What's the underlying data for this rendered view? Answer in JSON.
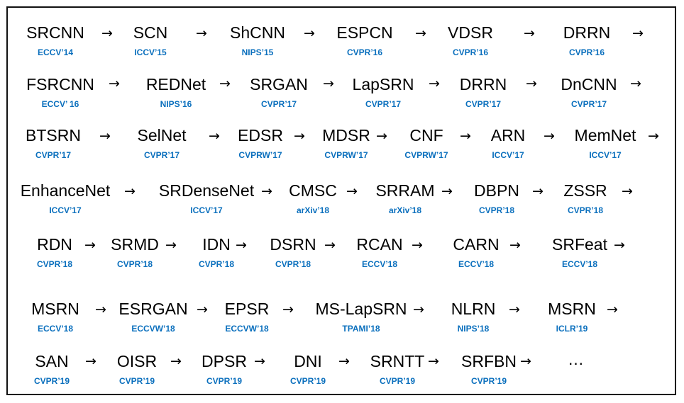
{
  "colors": {
    "venue": "#0a6fbd",
    "text": "#000000",
    "border": "#111111"
  },
  "arrow_glyph": "→",
  "ellipsis": "…",
  "rows": [
    {
      "items": [
        {
          "name": "SRCNN",
          "venue": "ECCV’14"
        },
        {
          "name": "SCN",
          "venue": "ICCV’15"
        },
        {
          "name": "ShCNN",
          "venue": "NIPS’15"
        },
        {
          "name": "ESPCN",
          "venue": "CVPR’16"
        },
        {
          "name": "VDSR",
          "venue": "CVPR’16"
        },
        {
          "name": "DRRN",
          "venue": "CVPR’16"
        }
      ]
    },
    {
      "items": [
        {
          "name": "FSRCNN",
          "venue": "ECCV’ 16"
        },
        {
          "name": "REDNet",
          "venue": "NIPS’16"
        },
        {
          "name": "SRGAN",
          "venue": "CVPR’17"
        },
        {
          "name": "LapSRN",
          "venue": "CVPR’17"
        },
        {
          "name": "DRRN",
          "venue": "CVPR’17"
        },
        {
          "name": "DnCNN",
          "venue": "CVPR’17"
        }
      ]
    },
    {
      "items": [
        {
          "name": "BTSRN",
          "venue": "CVPR’17"
        },
        {
          "name": "SelNet",
          "venue": "CVPR’17"
        },
        {
          "name": "EDSR",
          "venue": "CVPRW’17"
        },
        {
          "name": "MDSR",
          "venue": "CVPRW’17"
        },
        {
          "name": "CNF",
          "venue": "CVPRW’17"
        },
        {
          "name": "ARN",
          "venue": "ICCV’17"
        },
        {
          "name": "MemNet",
          "venue": "ICCV’17"
        }
      ]
    },
    {
      "items": [
        {
          "name": "EnhanceNet",
          "venue": "ICCV’17"
        },
        {
          "name": "SRDenseNet",
          "venue": "ICCV’17"
        },
        {
          "name": "CMSC",
          "venue": "arXiv’18"
        },
        {
          "name": "SRRAM",
          "venue": "arXiv’18"
        },
        {
          "name": "DBPN",
          "venue": "CVPR’18"
        },
        {
          "name": "ZSSR",
          "venue": "CVPR’18"
        }
      ]
    },
    {
      "items": [
        {
          "name": "RDN",
          "venue": "CVPR’18"
        },
        {
          "name": "SRMD",
          "venue": "CVPR’18"
        },
        {
          "name": "IDN",
          "venue": "CVPR’18"
        },
        {
          "name": "DSRN",
          "venue": "CVPR’18"
        },
        {
          "name": "RCAN",
          "venue": "ECCV’18"
        },
        {
          "name": "CARN",
          "venue": "ECCV’18"
        },
        {
          "name": "SRFeat",
          "venue": "ECCV’18"
        }
      ]
    },
    {
      "items": [
        {
          "name": "MSRN",
          "venue": "ECCV’18"
        },
        {
          "name": "ESRGAN",
          "venue": "ECCVW’18"
        },
        {
          "name": "EPSR",
          "venue": "ECCVW’18"
        },
        {
          "name": "MS-LapSRN",
          "venue": "TPAMI’18"
        },
        {
          "name": "NLRN",
          "venue": "NIPS’18"
        },
        {
          "name": "MSRN",
          "venue": "ICLR’19"
        }
      ]
    },
    {
      "items": [
        {
          "name": "SAN",
          "venue": "CVPR’19"
        },
        {
          "name": "OISR",
          "venue": "CVPR’19"
        },
        {
          "name": "DPSR",
          "venue": "CVPR’19"
        },
        {
          "name": "DNI",
          "venue": "CVPR’19"
        },
        {
          "name": "SRNTT",
          "venue": "CVPR’19"
        },
        {
          "name": "SRFBN",
          "venue": "CVPR’19"
        }
      ]
    }
  ]
}
